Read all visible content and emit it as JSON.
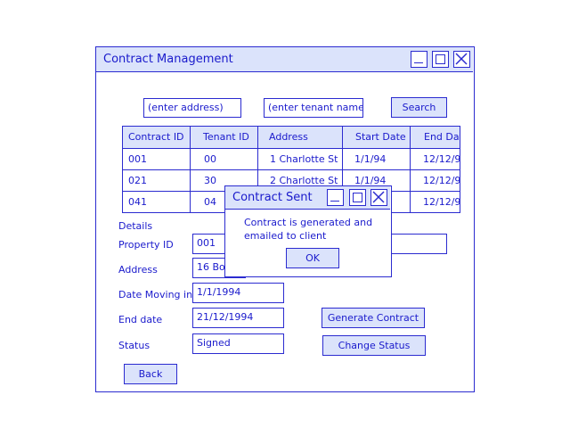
{
  "window": {
    "title": "Contract Management"
  },
  "search": {
    "address_placeholder": "(enter address)",
    "tenant_placeholder": "(enter tenant name)",
    "button_label": "Search"
  },
  "table": {
    "columns": [
      "Contract ID",
      "Tenant ID",
      "Address",
      "Start Date",
      "End Date"
    ],
    "rows": [
      [
        "001",
        "00",
        "1 Charlotte St",
        "1/1/94",
        "12/12/9"
      ],
      [
        "021",
        "30",
        "2 Charlotte St",
        "1/1/94",
        "12/12/9"
      ],
      [
        "041",
        "04",
        "",
        "",
        "12/12/9"
      ]
    ]
  },
  "details": {
    "section_label": "Details",
    "property_id_label": "Property ID",
    "property_id_value": "001",
    "address_label": "Address",
    "address_value": "16 Bob",
    "date_moving_label": "Date Moving in",
    "date_moving_value": "1/1/1994",
    "end_date_label": "End date",
    "end_date_value": "21/12/1994",
    "status_label": "Status",
    "status_value": "Signed"
  },
  "buttons": {
    "generate_contract": "Generate Contract",
    "change_status": "Change Status",
    "back": "Back"
  },
  "dialog": {
    "title": "Contract Sent",
    "message_line1": "Contract is generated and",
    "message_line2": "emailed to client",
    "ok_label": "OK"
  },
  "colors": {
    "stroke": "#2b2bd0",
    "text": "#1a1acc",
    "fill": "#dbe3fb"
  }
}
